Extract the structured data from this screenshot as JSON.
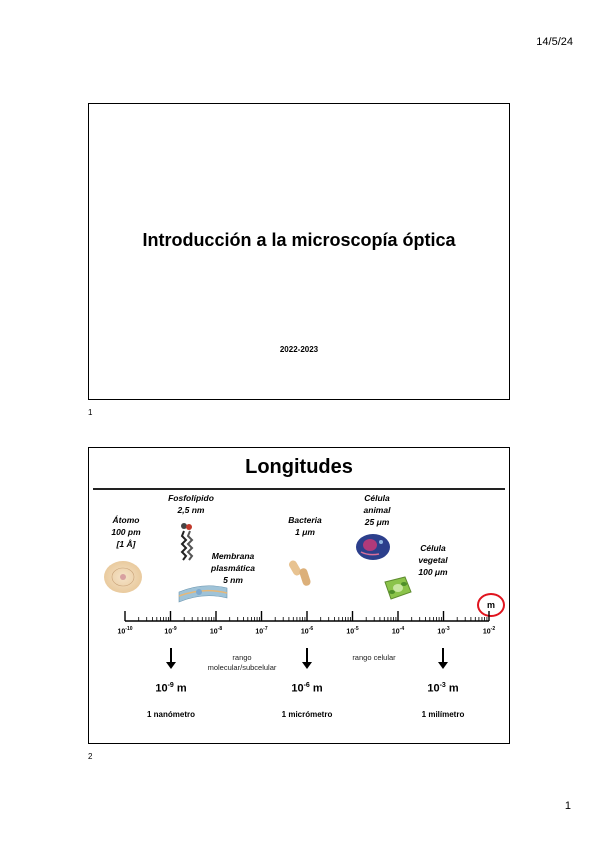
{
  "header": {
    "date": "14/5/24"
  },
  "footer": {
    "page_number": "1"
  },
  "slides": [
    {
      "number": "1",
      "title": "Introducción a la microscopía óptica",
      "subtitle": "2022-2023"
    },
    {
      "number": "2",
      "title": "Longitudes",
      "items": [
        {
          "name": "Átomo",
          "size": "100 pm",
          "extra": "[1 Å]"
        },
        {
          "name": "Fosfolípido",
          "size": "2,5 nm"
        },
        {
          "name_line1": "Membrana",
          "name_line2": "plasmática",
          "size": "5 nm"
        },
        {
          "name": "Bacteria",
          "size": "1 μm"
        },
        {
          "name_line1": "Célula",
          "name_line2": "animal",
          "size": "25 μm"
        },
        {
          "name_line1": "Célula",
          "name_line2": "vegetal",
          "size": "100 μm"
        }
      ],
      "unit_marker": "m",
      "scale_base": "10",
      "scale_exponents": [
        "-10",
        "-9",
        "-8",
        "-7",
        "-6",
        "-5",
        "-4",
        "-3",
        "-2"
      ],
      "ranges": {
        "molecular_line1": "rango",
        "molecular_line2": "molecular/subcelular",
        "cellular": "rango celular"
      },
      "markers": [
        {
          "base": "10",
          "exp": "-9",
          "unit": " m",
          "label": "1 nanómetro"
        },
        {
          "base": "10",
          "exp": "-6",
          "unit": " m",
          "label": "1 micrómetro"
        },
        {
          "base": "10",
          "exp": "-3",
          "unit": " m",
          "label": "1 milímetro"
        }
      ]
    }
  ]
}
